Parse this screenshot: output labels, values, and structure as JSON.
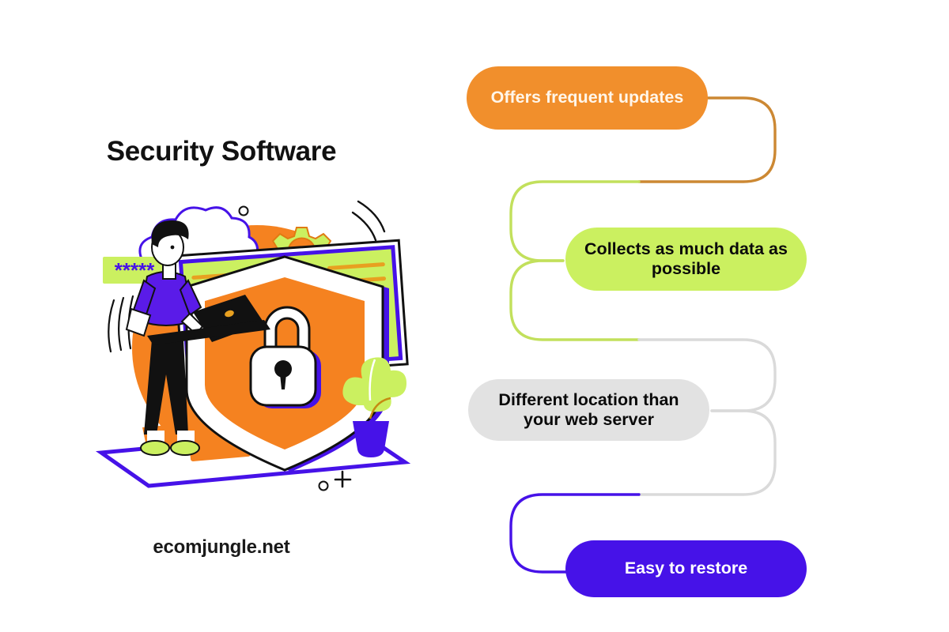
{
  "left": {
    "title": "Security Software",
    "watermark": "ecomjungle.net",
    "illustration": {
      "name": "security-software-illustration",
      "password_field_stars": "*****",
      "colors": {
        "orange": "#F58220",
        "green": "#CBF060",
        "purple": "#4612E8",
        "white": "#FFFFFF",
        "black": "#111111"
      },
      "elements": [
        "orange-circle-background",
        "cloud",
        "gear-large",
        "gear-small",
        "monitor-screen",
        "shield",
        "padlock",
        "person-with-laptop",
        "password-field",
        "potted-plant"
      ]
    }
  },
  "flow": {
    "steps": [
      {
        "label": "Offers frequent updates",
        "color": "#F18F2C",
        "text_color": "#FFF6EA",
        "connector_color": "#CC8833"
      },
      {
        "label": "Collects as much data as possible",
        "color": "#CBF060",
        "text_color": "#0A0A0A",
        "connector_color": "#C2E05C"
      },
      {
        "label": "Different location than your web server",
        "color": "#E2E2E2",
        "text_color": "#0A0A0A",
        "connector_color": "#DADADA"
      },
      {
        "label": "Easy to restore",
        "color": "#4612E8",
        "text_color": "#FFFFFF",
        "connector_color": "#4612E8"
      }
    ]
  }
}
